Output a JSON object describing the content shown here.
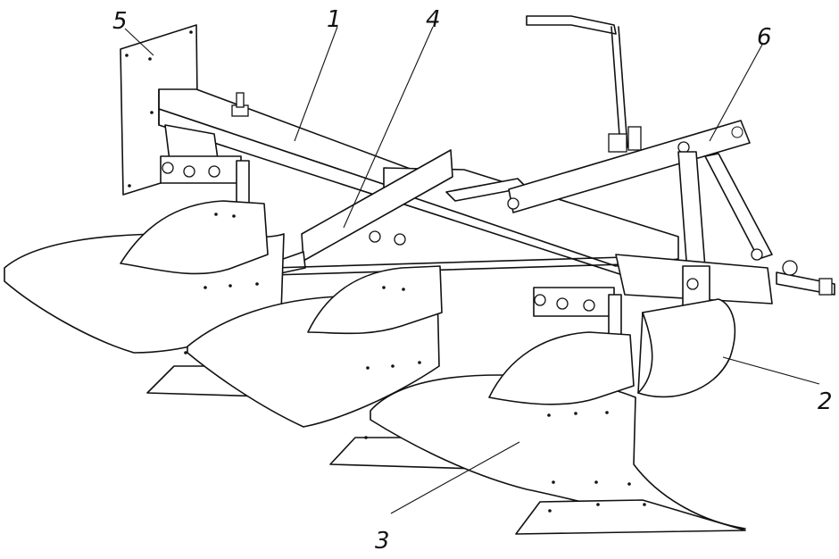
{
  "callouts": [
    {
      "id": "1",
      "label": "1"
    },
    {
      "id": "2",
      "label": "2"
    },
    {
      "id": "3",
      "label": "3"
    },
    {
      "id": "4",
      "label": "4"
    },
    {
      "id": "5",
      "label": "5"
    },
    {
      "id": "6",
      "label": "6"
    }
  ],
  "colors": {
    "stroke": "#111111",
    "background": "#ffffff"
  }
}
